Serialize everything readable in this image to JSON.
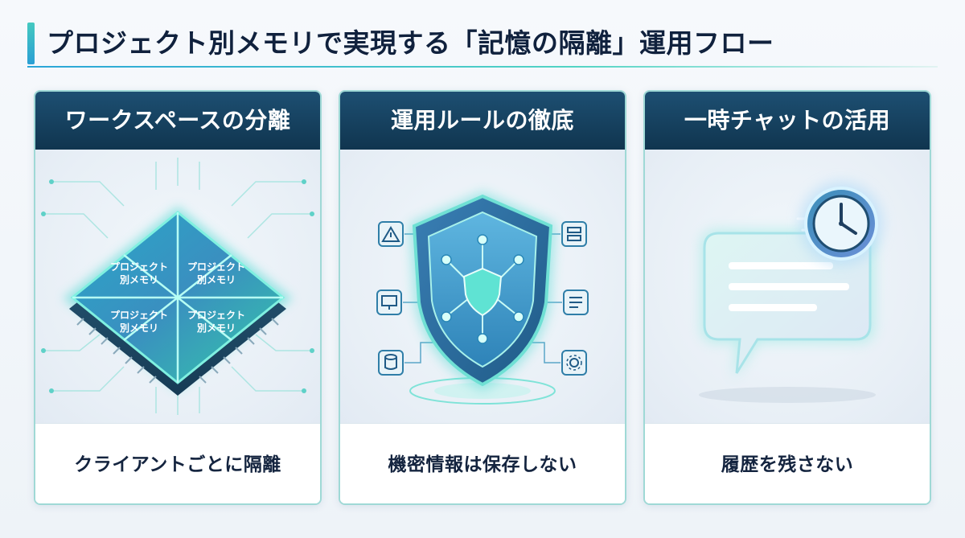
{
  "page": {
    "title": "プロジェクト別メモリで実現する「記憶の隔離」運用フロー"
  },
  "cards": [
    {
      "header": "ワークスペースの分離",
      "chip_labels": [
        [
          "プロジェクト",
          "別メモリ"
        ],
        [
          "プロジェクト",
          "別メモリ"
        ],
        [
          "プロジェクト",
          "別メモリ"
        ],
        [
          "プロジェクト",
          "別メモリ"
        ]
      ],
      "caption": "クライアントごとに隔離"
    },
    {
      "header": "運用ルールの徹底",
      "icons": [
        "warning-icon",
        "monitor-icon",
        "database-icon",
        "server-icon",
        "document-icon",
        "settings-icon",
        "shield-icon"
      ],
      "caption": "機密情報は保存しない"
    },
    {
      "header": "一時チャットの活用",
      "icons": [
        "chat-bubble-icon",
        "clock-icon"
      ],
      "caption": "履歴を残さない"
    }
  ],
  "colors": {
    "header_bg": "#163f5f",
    "accent_teal": "#45c9c0",
    "accent_blue": "#2a9fd4",
    "card_border": "#9fd9d6",
    "text_dark": "#10213d"
  }
}
